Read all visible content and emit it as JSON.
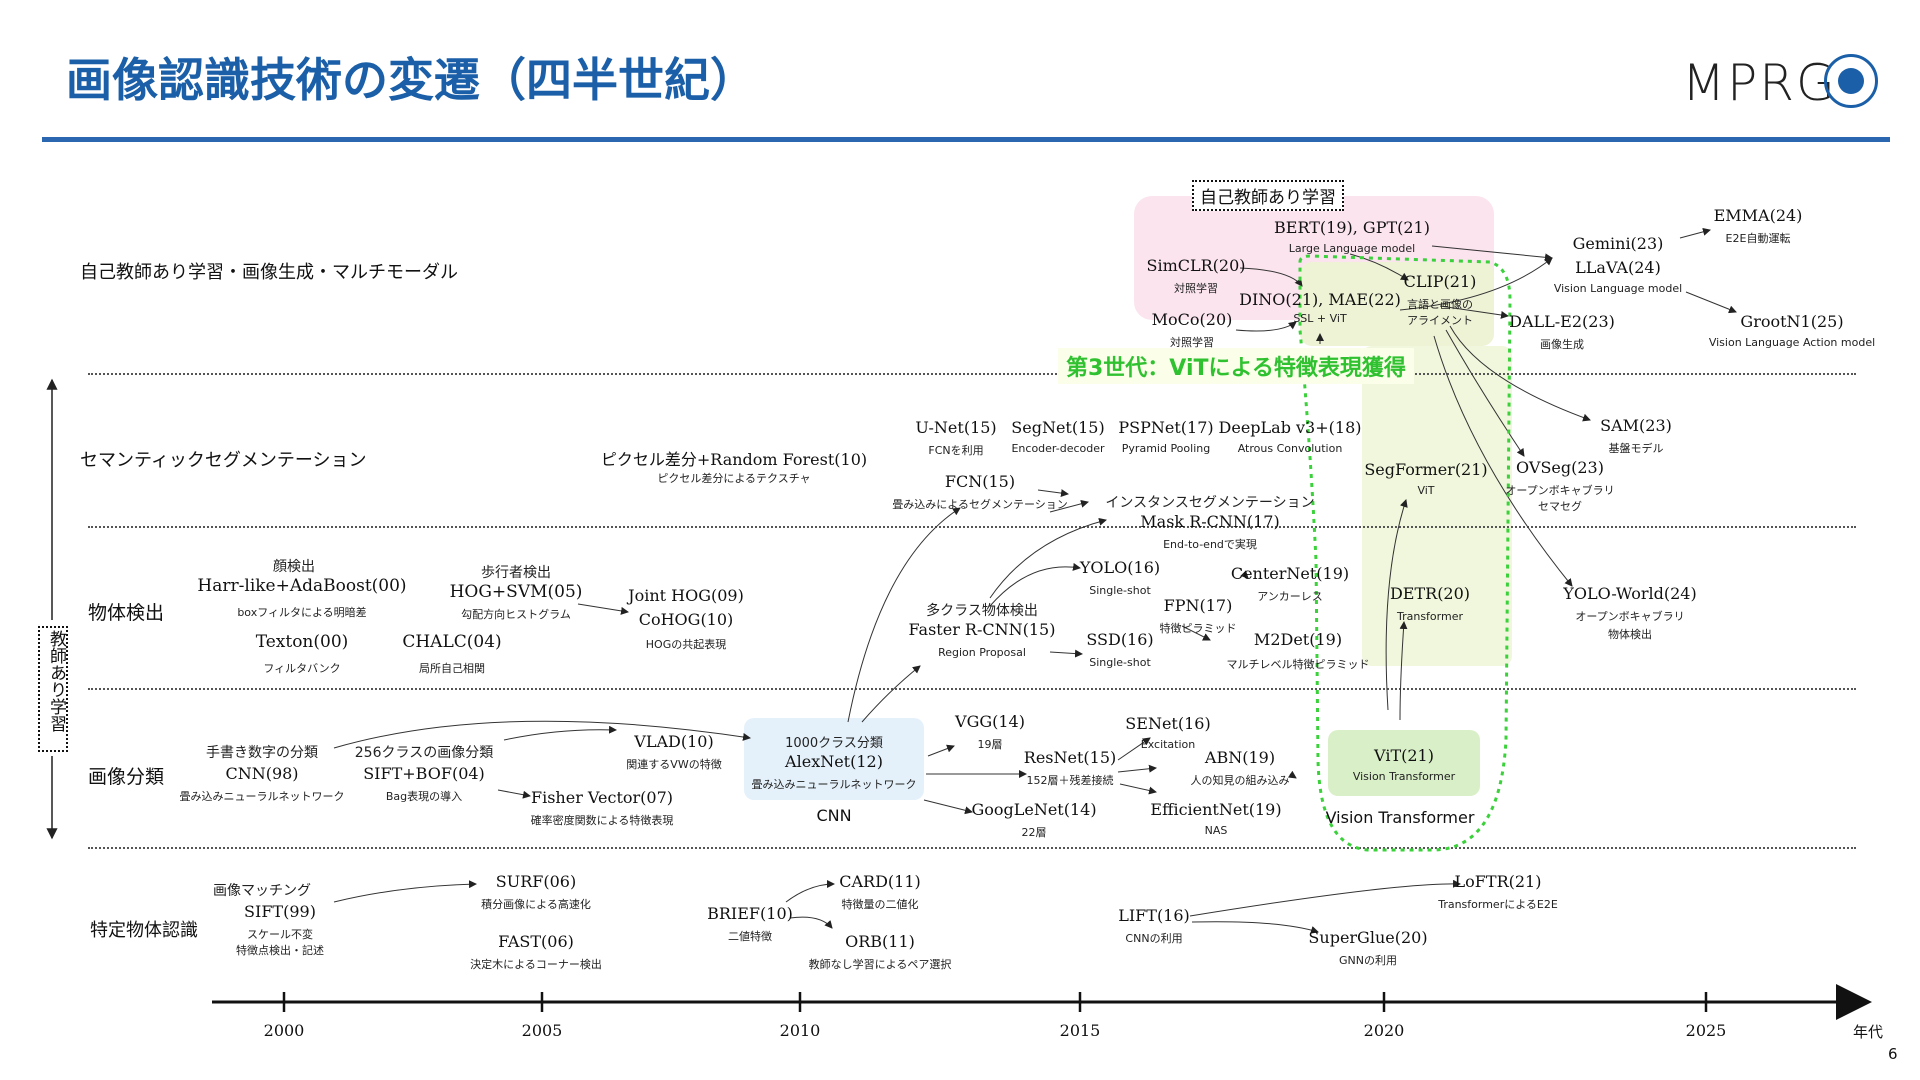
{
  "title": "画像認識技術の変遷（四半世紀）",
  "logo_text": "MPRG",
  "page_number": "6",
  "categories": {
    "ssl": "自己教師あり学習・画像生成・マルチモーダル",
    "semseg": "セマンティックセグメンテーション",
    "det": "物体検出",
    "cls": "画像分類",
    "match": "特定物体認識"
  },
  "supervised_label": "教師あり学習",
  "ssl_box_label": "自己教師あり学習",
  "gen3_label": "第3世代：ViTによる特徴表現獲得",
  "axis": {
    "years": [
      "2000",
      "2005",
      "2010",
      "2015",
      "2020",
      "2025"
    ],
    "unit": "年代"
  },
  "nodes": {
    "bert": {
      "name": "BERT(19), GPT(21)",
      "sub": "Large Language model"
    },
    "simclr": {
      "name": "SimCLR(20)",
      "sub": "対照学習"
    },
    "moco": {
      "name": "MoCo(20)",
      "sub": "対照学習"
    },
    "dino": {
      "name": "DINO(21), MAE(22)",
      "sub": "SSL + ViT"
    },
    "clip": {
      "name": "CLIP(21)",
      "sub": "言語と画像の",
      "sub2": "アライメント"
    },
    "gemini": {
      "name": "Gemini(23)",
      "name2": "LLaVA(24)",
      "sub": "Vision Language model"
    },
    "emma": {
      "name": "EMMA(24)",
      "sub": "E2E自動運転"
    },
    "dalle": {
      "name": "DALL-E2(23)",
      "sub": "画像生成"
    },
    "groot": {
      "name": "GrootN1(25)",
      "sub": "Vision Language Action model"
    },
    "sam": {
      "name": "SAM(23)",
      "sub": "基盤モデル"
    },
    "ovseg": {
      "name": "OVSeg(23)",
      "sub": "オープンボキャブラリ",
      "sub2": "セマセグ"
    },
    "unet": {
      "name": "U-Net(15)",
      "sub": "FCNを利用"
    },
    "segnet": {
      "name": "SegNet(15)",
      "sub": "Encoder-decoder"
    },
    "pspnet": {
      "name": "PSPNet(17)",
      "sub": "Pyramid Pooling"
    },
    "deeplab": {
      "name": "DeepLab v3+(18)",
      "sub": "Atrous Convolution"
    },
    "pixel": {
      "name": "ピクセル差分+Random Forest(10)",
      "sub": "ピクセル差分によるテクスチャ"
    },
    "fcn": {
      "name": "FCN(15)",
      "sub": "畳み込みによるセグメンテーション"
    },
    "maskrcnn": {
      "head": "インスタンスセグメンテーション",
      "name": "Mask R-CNN(17)",
      "sub": "End-to-endで実現"
    },
    "segformer": {
      "name": "SegFormer(21)",
      "sub": "ViT"
    },
    "harr": {
      "head": "顔検出",
      "name": "Harr-like+AdaBoost(00)",
      "sub": "boxフィルタによる明暗差"
    },
    "hog": {
      "head": "歩行者検出",
      "name": "HOG+SVM(05)",
      "sub": "勾配方向ヒストグラム"
    },
    "jointhog": {
      "name": "Joint HOG(09)",
      "name2": "CoHOG(10)",
      "sub": "HOGの共起表現"
    },
    "texton": {
      "name": "Texton(00)",
      "sub": "フィルタバンク"
    },
    "chalc": {
      "name": "CHALC(04)",
      "sub": "局所自己相関"
    },
    "yolo": {
      "name": "YOLO(16)",
      "sub": "Single-shot"
    },
    "centernet": {
      "name": "CenterNet(19)",
      "sub": "アンカーレス"
    },
    "fasterrcnn": {
      "head": "多クラス物体検出",
      "name": "Faster R-CNN(15)",
      "sub": "Region Proposal"
    },
    "fpn": {
      "name": "FPN(17)",
      "sub": "特徴ピラミッド"
    },
    "ssd": {
      "name": "SSD(16)",
      "sub": "Single-shot"
    },
    "m2det": {
      "name": "M2Det(19)",
      "sub": "マルチレベル特徴ピラミッド"
    },
    "detr": {
      "name": "DETR(20)",
      "sub": "Transformer"
    },
    "yoloworld": {
      "name": "YOLO-World(24)",
      "sub": "オープンボキャブラリ",
      "sub2": "物体検出"
    },
    "cnn98": {
      "head": "手書き数字の分類",
      "name": "CNN(98)",
      "sub": "畳み込みニューラルネットワーク"
    },
    "sift_bof": {
      "head": "256クラスの画像分類",
      "name": "SIFT+BOF(04)",
      "sub": "Bag表現の導入"
    },
    "vlad": {
      "name": "VLAD(10)",
      "sub": "関連するVWの特徴"
    },
    "fisher": {
      "name": "Fisher Vector(07)",
      "sub": "確率密度関数による特徴表現"
    },
    "alexnet": {
      "head": "1000クラス分類",
      "name": "AlexNet(12)",
      "sub": "畳み込みニューラルネットワーク"
    },
    "vgg": {
      "name": "VGG(14)",
      "sub": "19層"
    },
    "resnet": {
      "name": "ResNet(15)",
      "sub": "152層＋残差接続"
    },
    "googlenet": {
      "name": "GoogLeNet(14)",
      "sub": "22層"
    },
    "senet": {
      "name": "SENet(16)",
      "sub": "Excitation"
    },
    "abn": {
      "name": "ABN(19)",
      "sub": "人の知見の組み込み"
    },
    "efficientnet": {
      "name": "EfficientNet(19)",
      "sub": "NAS"
    },
    "vit": {
      "name": "ViT(21)",
      "sub": "Vision Transformer"
    },
    "sift99": {
      "head": "画像マッチング",
      "name": "SIFT(99)",
      "sub": "スケール不変",
      "sub2": "特徴点検出・記述"
    },
    "surf": {
      "name": "SURF(06)",
      "sub": "積分画像による高速化"
    },
    "fast": {
      "name": "FAST(06)",
      "sub": "決定木によるコーナー検出"
    },
    "brief": {
      "name": "BRIEF(10)",
      "sub": "二値特徴"
    },
    "card": {
      "name": "CARD(11)",
      "sub": "特徴量の二値化"
    },
    "orb": {
      "name": "ORB(11)",
      "sub": "教師なし学習によるペア選択"
    },
    "lift": {
      "name": "LIFT(16)",
      "sub": "CNNの利用"
    },
    "superglue": {
      "name": "SuperGlue(20)",
      "sub": "GNNの利用"
    },
    "loftr": {
      "name": "LoFTR(21)",
      "sub": "TransformerによるE2E"
    }
  },
  "era_labels": {
    "cnn": "CNN",
    "vit": "Vision Transformer"
  },
  "colors": {
    "title": "#1a5fa8",
    "gen3": "#2fc12f",
    "ssl_region": "#fbe4ee",
    "vit_region": "#eef3d6",
    "cnn_box": "#e4f1fb"
  }
}
